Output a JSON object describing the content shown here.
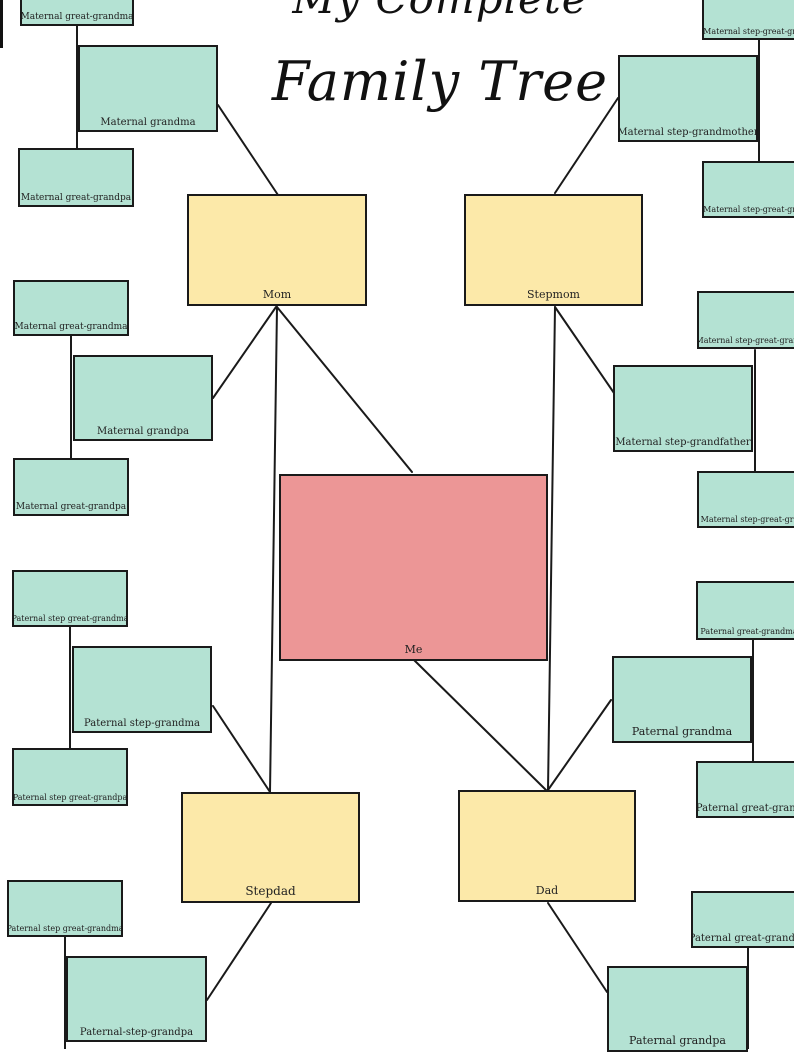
{
  "title": {
    "line1": "My Complete",
    "line2": "Family Tree"
  },
  "members": {
    "me": "Me",
    "mom": "Mom",
    "stepmom": "Stepmom",
    "stepdad": "Stepdad",
    "dad": "Dad",
    "maternal_grandma": "Maternal grandma",
    "maternal_grandpa": "Maternal grandpa",
    "maternal_great_grandma_1": "Maternal great-grandma",
    "maternal_great_grandpa_1": "Maternal great-grandpa",
    "maternal_great_grandma_2": "Maternal great-grandma",
    "maternal_great_grandpa_2": "Maternal great-grandpa",
    "maternal_step_grandmother": "Maternal step-grandmother",
    "maternal_step_grandfather": "Maternal step-grandfather",
    "maternal_step_great_1": "Maternal step-great-gra",
    "maternal_step_great_2": "Maternal step-great-gra",
    "maternal_step_great_3": "Maternal step-great-grand",
    "maternal_step_great_4": "Maternal step-great-gra",
    "paternal_step_great_grandma_1": "Paternal step great-grandma",
    "paternal_step_grandma": "Paternal step-grandma",
    "paternal_step_great_grandpa": "Paternal step great-grandpa",
    "paternal_step_great_grandma_2": "Paternal step great-grandma",
    "paternal_step_grandpa": "Paternal-step-grandpa",
    "paternal_great_grandma_1": "Paternal great-grandma",
    "paternal_grandma": "Paternal grandma",
    "paternal_great_grand": "Paternal great-grand",
    "paternal_great_grandma_2": "Paternal great-grandm",
    "paternal_grandpa": "Paternal grandpa"
  },
  "colors": {
    "grandparent_box": "#b4e2d3",
    "parent_box": "#fce9a9",
    "me_box": "#ec9696",
    "line": "#1a1a1a"
  }
}
